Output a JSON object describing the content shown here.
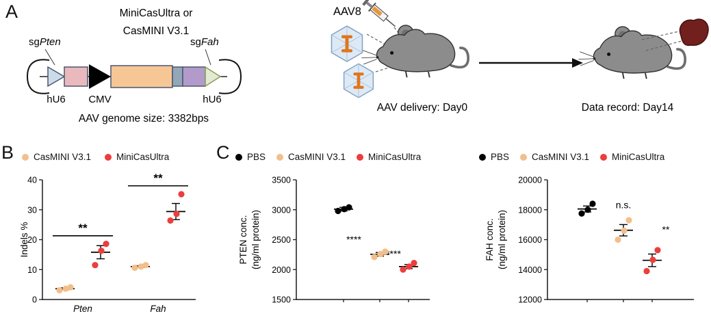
{
  "panel_labels": {
    "a": "A",
    "b": "B",
    "c": "C"
  },
  "panelA": {
    "title_line1": "MiniCasUltra or",
    "title_line2": "CasMINI V3.1",
    "sg_prefix": "sg",
    "left_gene": "Pten",
    "right_gene": "Fah",
    "hu6_left": "hU6",
    "cmv_label": "CMV",
    "hu6_right": "hU6",
    "genome_size": "AAV genome size: 3382bps",
    "aav8_label": "AAV8",
    "delivery_label": "AAV delivery: Day0",
    "record_label": "Data record: Day14"
  },
  "colors": {
    "casmini": "#F2BF8B",
    "minicasultra": "#EC3E3C",
    "pbs": "#000000",
    "capsid_fill": "#DDE9F5",
    "capsid_stroke": "#7FA0C4",
    "capsid_cargo": "#E0761C",
    "mouse_gray": "#8C8C8C",
    "liver_red": "#71201E"
  },
  "legendB": [
    {
      "label": "CasMINI V3.1",
      "color": "#F2BF8B"
    },
    {
      "label": "MiniCasUltra",
      "color": "#EC3E3C"
    }
  ],
  "legendC1": [
    {
      "label": "PBS",
      "color": "#000000"
    },
    {
      "label": "CasMINI V3.1",
      "color": "#F2BF8B"
    },
    {
      "label": "MiniCasUltra",
      "color": "#EC3E3C"
    }
  ],
  "legendC2": [
    {
      "label": "PBS",
      "color": "#000000"
    },
    {
      "label": "CasMINI V3.1",
      "color": "#F2BF8B"
    },
    {
      "label": "MiniCasUltra",
      "color": "#EC3E3C"
    }
  ],
  "chart_data": [
    {
      "id": "chart-indels",
      "type": "scatter",
      "title": "",
      "ylabel_lines": [
        "Indels %"
      ],
      "ylim": [
        0,
        40
      ],
      "yticks": [
        0,
        10,
        20,
        30,
        40
      ],
      "categories": [
        "Pten",
        "Fah"
      ],
      "categories_italic": true,
      "legend_position": "top",
      "series": [
        {
          "name": "CasMINI V3.1",
          "color": "#F2BF8B",
          "values": [
            [
              3.1,
              3.6,
              4.1
            ],
            [
              10.6,
              11.0,
              11.5
            ]
          ],
          "mean": [
            3.6,
            11.0
          ],
          "sem": [
            0.3,
            0.3
          ]
        },
        {
          "name": "MiniCasUltra",
          "color": "#EC3E3C",
          "values": [
            [
              11.5,
              16.3,
              18.6
            ],
            [
              26.4,
              28.6,
              35.2
            ]
          ],
          "mean": [
            15.8,
            29.4
          ],
          "sem": [
            2.2,
            2.7
          ]
        }
      ],
      "annotations": [
        {
          "text": "**",
          "category_index": 0,
          "bar_value": 21.3
        },
        {
          "text": "**",
          "category_index": 1,
          "bar_value": 38.0
        }
      ]
    },
    {
      "id": "chart-pten",
      "type": "scatter",
      "title": "",
      "ylabel_lines": [
        "PTEN conc.",
        "(ng/ml protein)"
      ],
      "ylim": [
        1500,
        3500
      ],
      "yticks": [
        1500,
        2000,
        2500,
        3000,
        3500
      ],
      "legend_position": "top",
      "groups": [
        {
          "name": "PBS",
          "color": "#000000",
          "values": [
            2980,
            3010,
            3040
          ],
          "mean": 3010,
          "sem": 30
        },
        {
          "name": "CasMINI V3.1",
          "color": "#F2BF8B",
          "values": [
            2210,
            2260,
            2300
          ],
          "mean": 2255,
          "sem": 30,
          "annotation": "****"
        },
        {
          "name": "MiniCasUltra",
          "color": "#EC3E3C",
          "values": [
            2000,
            2050,
            2110
          ],
          "mean": 2050,
          "sem": 35,
          "annotation": "****"
        }
      ]
    },
    {
      "id": "chart-fah",
      "type": "scatter",
      "title": "",
      "ylabel_lines": [
        "FAH conc.",
        "(ng/ml protein)"
      ],
      "ylim": [
        12000,
        20000
      ],
      "yticks": [
        12000,
        14000,
        16000,
        18000,
        20000
      ],
      "legend_position": "top",
      "groups": [
        {
          "name": "PBS",
          "color": "#000000",
          "values": [
            17750,
            18000,
            18400
          ],
          "mean": 18050,
          "sem": 200
        },
        {
          "name": "CasMINI V3.1",
          "color": "#F2BF8B",
          "values": [
            16000,
            16600,
            17300
          ],
          "mean": 16630,
          "sem": 380,
          "annotation": "n.s."
        },
        {
          "name": "MiniCasUltra",
          "color": "#EC3E3C",
          "values": [
            13900,
            14650,
            15300
          ],
          "mean": 14620,
          "sem": 420,
          "annotation": "**"
        }
      ]
    }
  ]
}
